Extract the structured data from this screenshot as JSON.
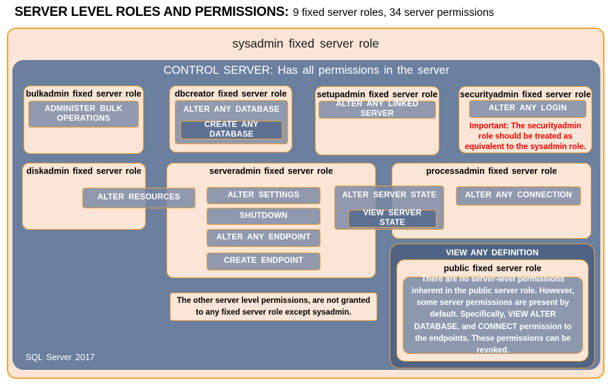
{
  "page": {
    "title_bold": "SERVER LEVEL ROLES AND PERMISSIONS:",
    "title_rest": "9 fixed server roles, 34 server permissions"
  },
  "sysadmin": {
    "label": "sysadmin fixed server role"
  },
  "control_server": {
    "label": "CONTROL SERVER: Has all permissions in the server"
  },
  "roles": {
    "bulkadmin": {
      "title": "bulkadmin fixed server role",
      "permissions": [
        "ADMINISTER BULK OPERATIONS"
      ]
    },
    "dbcreator": {
      "title": "dbcreator fixed server role",
      "outer_permission": "ALTER ANY DATABASE",
      "nested_permission": "CREATE ANY DATABASE"
    },
    "setupadmin": {
      "title": "setupadmin fixed server role",
      "permissions": [
        "ALTER ANY LINKED SERVER"
      ]
    },
    "securityadmin": {
      "title": "securityadmin fixed server role",
      "permissions": [
        "ALTER ANY LOGIN"
      ],
      "warning": "Important: The securityadmin role should be treated as equivalent to the sysadmin role."
    },
    "diskadmin": {
      "title": "diskadmin fixed server role",
      "permissions": [
        "ALTER RESOURCES"
      ]
    },
    "serveradmin": {
      "title": "serveradmin fixed server role",
      "permissions": [
        "ALTER SETTINGS",
        "SHUTDOWN",
        "ALTER ANY ENDPOINT",
        "CREATE ENDPOINT"
      ],
      "shared_outer": "ALTER SERVER STATE",
      "shared_nested": "VIEW SERVER STATE"
    },
    "processadmin": {
      "title": "processadmin fixed server role",
      "permissions": [
        "ALTER ANY CONNECTION"
      ]
    },
    "public": {
      "banner": "VIEW ANY DEFINITION",
      "title": "public fixed server role",
      "description": "There are no server-level permissions inherent in the public server role. However, some server permissions are present by default. Specifically, VIEW ALTER DATABASE, and CONNECT permission to the endpoints. These permissions can be revoked."
    }
  },
  "note": {
    "text": "The other server level permissions, are not granted to any fixed server role except sysadmin."
  },
  "footer": {
    "text": "SQL Server 2017"
  },
  "colors": {
    "accent_border": "#F2A438",
    "peach": "#FBE5D6",
    "control_blue": "#6B7F9F",
    "dark_slate": "#4F6384",
    "pill_fill": "rgba(120,136,163,0.82)",
    "nested_dark": "#5D7192",
    "inner_panel": "#8C98AD",
    "warning_red": "#FF0000"
  }
}
